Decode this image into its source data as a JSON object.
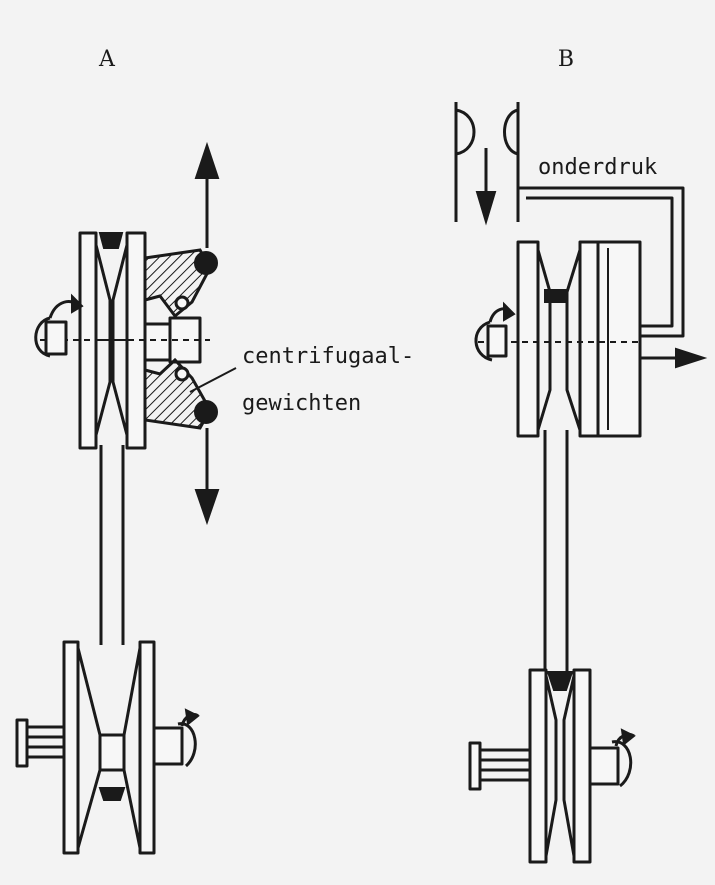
{
  "diagram": {
    "panel_a": {
      "title": "A",
      "label_weights_line1": "centrifugaal-",
      "label_weights_line2": "gewichten"
    },
    "panel_b": {
      "title": "B",
      "label_vacuum": "onderdruk"
    }
  },
  "colors": {
    "ink": "#1a1a1a",
    "paper": "#f3f3f3"
  }
}
